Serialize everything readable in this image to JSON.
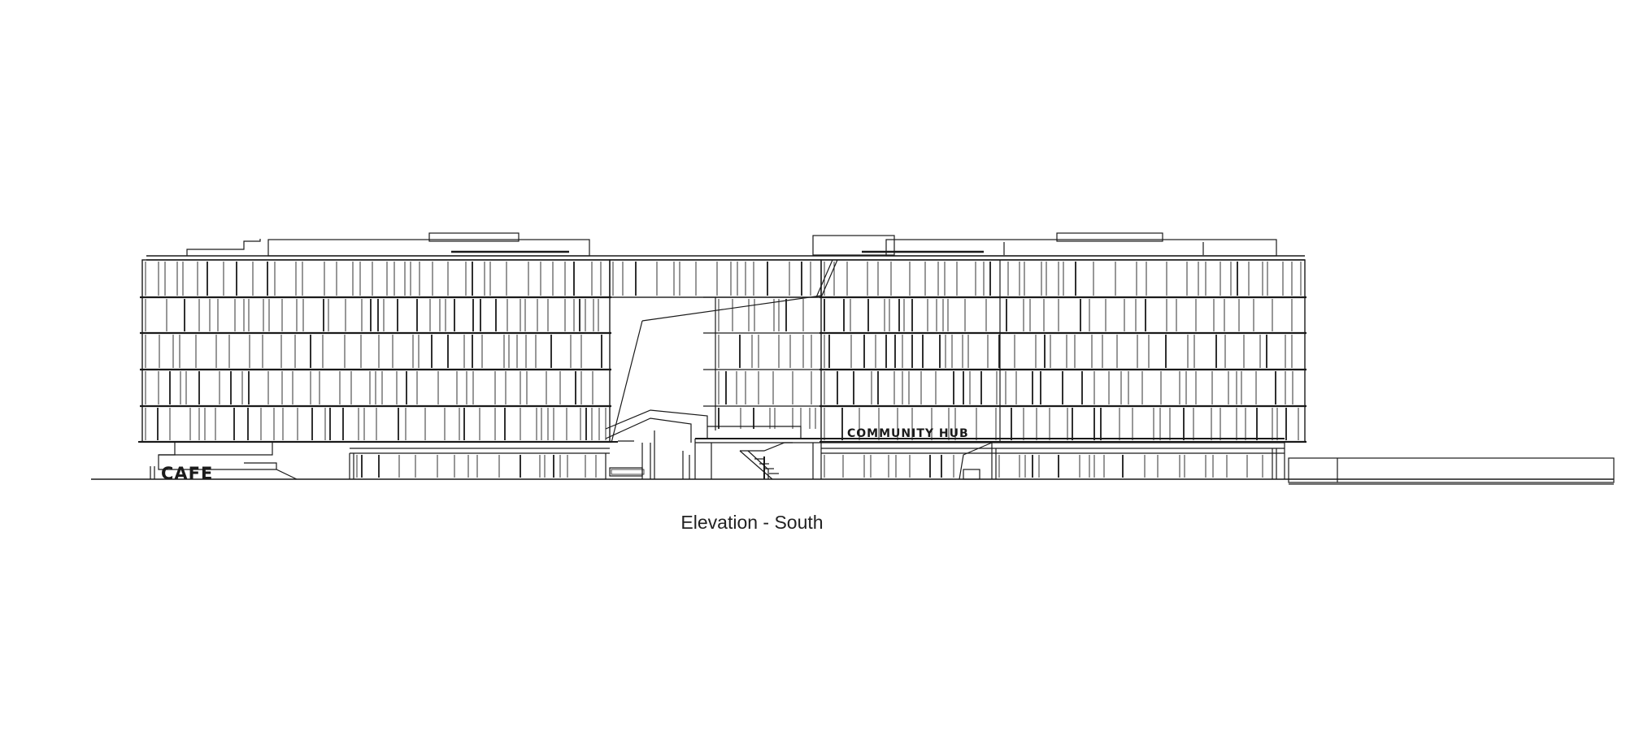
{
  "drawing": {
    "caption": "Elevation - South",
    "colors": {
      "line": "#1a1a1a",
      "background": "#ffffff"
    },
    "signage": {
      "cafe": "CAFE",
      "community_hub": "COMMUNITY HUB"
    }
  }
}
